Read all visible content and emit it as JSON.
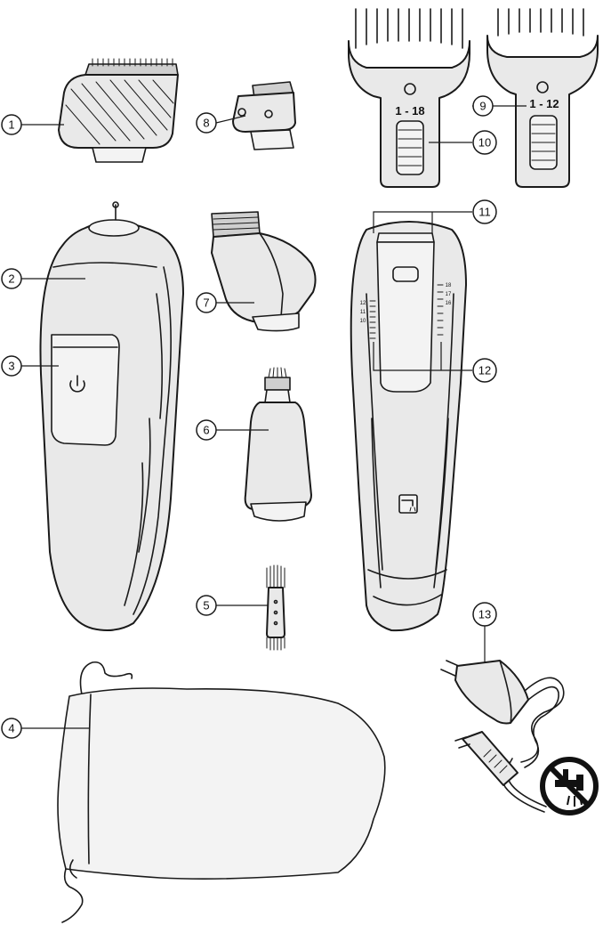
{
  "callouts": [
    {
      "number": "1",
      "part": "trimmer-head"
    },
    {
      "number": "2",
      "part": "appliance"
    },
    {
      "number": "3",
      "part": "on-off-button"
    },
    {
      "number": "4",
      "part": "pouch"
    },
    {
      "number": "5",
      "part": "cleaning-brush"
    },
    {
      "number": "6",
      "part": "nose-trimmer"
    },
    {
      "number": "7",
      "part": "foil-shaver"
    },
    {
      "number": "8",
      "part": "precision-trimmer"
    },
    {
      "number": "9",
      "part": "beard-comb"
    },
    {
      "number": "10",
      "part": "hair-comb"
    },
    {
      "number": "11",
      "part": "length-settings"
    },
    {
      "number": "12",
      "part": "length-markings"
    },
    {
      "number": "13",
      "part": "adapter"
    }
  ],
  "comb_labels": {
    "hair_comb_range": "1 - 18",
    "beard_comb_range": "1 - 12"
  },
  "scale_labels": {
    "left": [
      "12",
      "11",
      "10"
    ],
    "right": [
      "18",
      "17",
      "16"
    ]
  },
  "icons": [
    "power-icon",
    "rinse-tap-icon",
    "no-water-icon"
  ]
}
